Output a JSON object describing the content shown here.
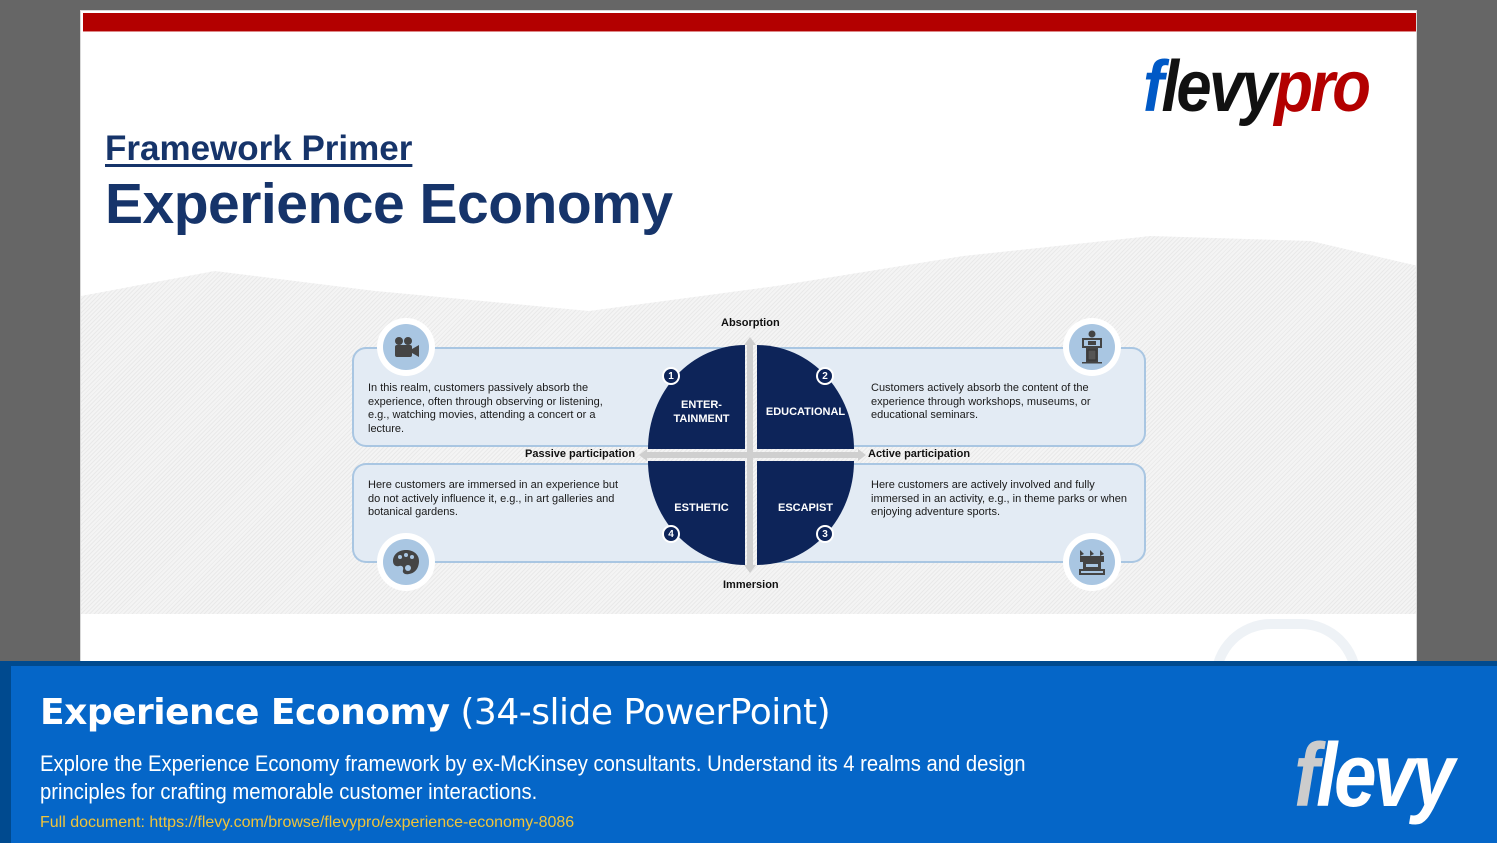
{
  "slide": {
    "brand_logo": {
      "f": "f",
      "levy": "levy",
      "pro": "pro"
    },
    "kicker": "Framework Primer",
    "title": "Experience Economy",
    "axes": {
      "top": "Absorption",
      "bottom": "Immersion",
      "left": "Passive participation",
      "right": "Active participation"
    },
    "realms": [
      {
        "number": "1",
        "name": "ENTER-\nTAINMENT",
        "icon": "movie-camera-icon",
        "description": "In this realm, customers passively absorb the experience, often through observing or listening, e.g., watching movies, attending a concert or a lecture."
      },
      {
        "number": "2",
        "name": "EDUCATIONAL",
        "icon": "podium-speaker-icon",
        "description": "Customers actively absorb the content of the experience through workshops, museums, or educational seminars."
      },
      {
        "number": "3",
        "name": "ESCAPIST",
        "icon": "castle-ride-icon",
        "description": "Here customers are actively involved and fully immersed in an activity, e.g., in theme parks or when enjoying adventure sports."
      },
      {
        "number": "4",
        "name": "ESTHETIC",
        "icon": "palette-icon",
        "description": "Here customers are immersed in an experience but do not actively influence it, e.g., in art galleries and botanical gardens."
      }
    ],
    "colors": {
      "accent_red": "#b30000",
      "navy": "#0d2459",
      "title_blue": "#16346a",
      "light_blue": "#a9c6e2"
    }
  },
  "banner": {
    "title_bold": "Experience Economy",
    "title_light": " (34-slide PowerPoint)",
    "description": "Explore the Experience Economy framework by ex-McKinsey consultants. Understand its 4 realms and design principles for crafting memorable customer interactions.",
    "link": "Full document: https://flevy.com/browse/flevypro/experience-economy-8086",
    "logo": {
      "f": "f",
      "levy": "levy"
    },
    "colors": {
      "background": "#0566c8",
      "link": "#f0c43a"
    }
  }
}
